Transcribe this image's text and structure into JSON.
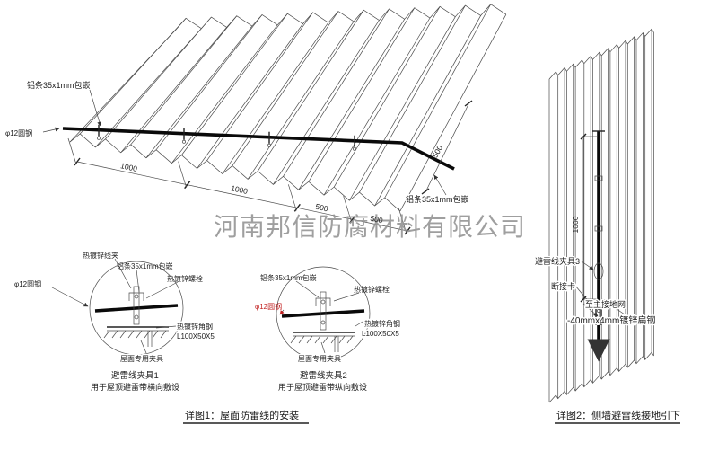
{
  "watermark": "河南邦信防腐材料有限公司",
  "roof": {
    "label_strip_top": "铝条35x1mm包嵌",
    "label_strip_right": "铝条35x1mm包嵌",
    "label_round_steel": "φ12圆钢",
    "dims_eave": [
      "1000",
      "1000",
      "500",
      "500"
    ],
    "dim_right": "500"
  },
  "detail1": {
    "label_wire_clip": "热镀锌线夹",
    "label_strip": "铝条35x1mm包嵌",
    "label_bolt": "热镀锌螺栓",
    "label_round_steel": "φ12圆钢",
    "label_angle_line1": "热镀锌角钢",
    "label_angle_line2": "L100X50X5",
    "label_fixture": "屋面专用夹具",
    "title": "避雷线夹具1",
    "subtitle": "用于屋顶避雷带横向敷设"
  },
  "detail2": {
    "label_strip": "铝条35x1mm包嵌",
    "label_bolt": "热镀锌螺栓",
    "label_round_steel": "φ12圆钢",
    "label_angle_line1": "热镀锌角钢",
    "label_angle_line2": "L100X50X5",
    "label_fixture": "屋面专用夹具",
    "title": "避雷线夹具2",
    "subtitle": "用于屋顶避雷带纵向敷设"
  },
  "wall": {
    "dim_height": "1000",
    "label_clamp": "避雷线夹具3",
    "label_disconnect": "断接卡",
    "label_to_ground": "至主接地网",
    "label_flat_steel": "-40mmx4mm镀锌扁钢"
  },
  "captions": {
    "fig1": "详图1：屋面防雷线的安装",
    "fig2": "详图2：侧墙避雷线接地引下"
  },
  "colors": {
    "line": "#4a4a4a",
    "red": "#c22222",
    "watermark": "#979797"
  }
}
